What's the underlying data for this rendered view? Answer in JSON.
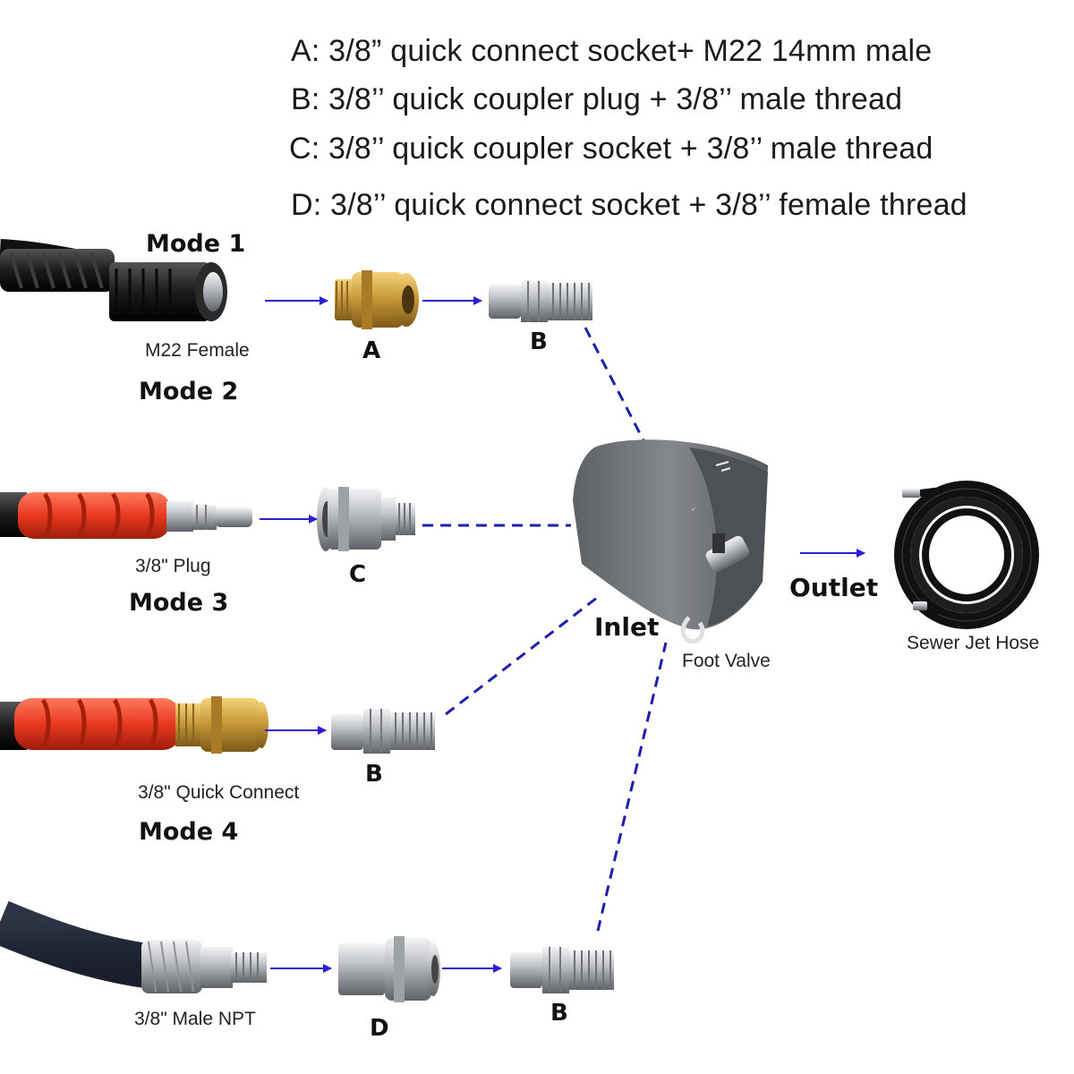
{
  "legend": {
    "a": "A: 3/8” quick connect socket+ M22 14mm male",
    "b": "B: 3/8’’ quick coupler plug + 3/8’’ male thread",
    "c": "C: 3/8’’ quick coupler socket + 3/8’’ male thread",
    "d": "D: 3/8’’ quick connect socket + 3/8’’ female thread"
  },
  "modes": [
    {
      "title": "Mode 1",
      "hose_label": "M22 Female",
      "parts": [
        "A",
        "B"
      ]
    },
    {
      "title": "Mode 2",
      "hose_label": "3/8\" Plug",
      "parts": [
        "C"
      ]
    },
    {
      "title": "Mode 3",
      "hose_label": "3/8\" Quick Connect",
      "parts": [
        "B"
      ]
    },
    {
      "title": "Mode 4",
      "hose_label": "3/8\" Male NPT",
      "parts": [
        "D",
        "B"
      ]
    }
  ],
  "foot_valve": {
    "inlet_label": "Inlet",
    "name": "Foot Valve",
    "outlet_label": "Outlet"
  },
  "sewer_hose": {
    "name": "Sewer Jet Hose"
  },
  "colors": {
    "arrow": "#2b1fd1",
    "dashed_line": "#1f1fae",
    "valve_gray": "#6f7276",
    "hose_black": "#1c1c1c",
    "guard_red": "#e8391f",
    "brass": "#c99a3a",
    "steel": "#b9bcc0"
  }
}
